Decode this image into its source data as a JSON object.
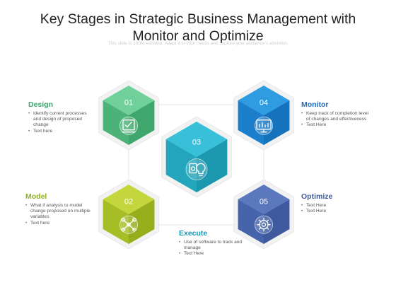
{
  "header": {
    "title_line1": "Key Stages in Strategic Business Management with",
    "title_line2": "Monitor and Optimize",
    "subtitle": "This slide is 100% editable. Adapt it to your needs and capture your audience's attention."
  },
  "stages": {
    "s01": {
      "number": "01",
      "color_top": "#6fd09a",
      "color_left": "#3fa86c",
      "color_right": "#2f9a5c",
      "icon": "checklist-icon"
    },
    "s02": {
      "number": "02",
      "color_top": "#c3d63d",
      "color_left": "#9cb51e",
      "color_right": "#86a10f",
      "icon": "network-icon"
    },
    "s03": {
      "number": "03",
      "color_top": "#39c1d8",
      "color_left": "#1d9cb2",
      "color_right": "#128aa0",
      "icon": "lightbulb-gear-icon"
    },
    "s04": {
      "number": "04",
      "color_top": "#2f9be0",
      "color_left": "#1676c6",
      "color_right": "#0d66b2",
      "icon": "monitor-chart-icon"
    },
    "s05": {
      "number": "05",
      "color_top": "#5b79bf",
      "color_left": "#3f5ea6",
      "color_right": "#344f92",
      "icon": "gear-icon"
    }
  },
  "labels": {
    "design": {
      "title": "Design",
      "color": "#3aa86a",
      "bullets": [
        "Identify current processes and design of proposed change",
        "Text here"
      ]
    },
    "model": {
      "title": "Model",
      "color": "#8fb122",
      "bullets": [
        "What if analysis to model change proposed on multiple variables",
        "Text here"
      ]
    },
    "execute": {
      "title": "Execute",
      "color": "#1796b0",
      "bullets": [
        "Use of software to track and manage",
        "Text Here"
      ]
    },
    "monitor": {
      "title": "Monitor",
      "color": "#1a70c0",
      "bullets": [
        "Keep track of completion level of changes and effectiveness",
        "Text Here"
      ]
    },
    "optimize": {
      "title": "Optimize",
      "color": "#3d5c9e",
      "bullets": [
        "Text Here",
        "Text Here"
      ]
    }
  }
}
